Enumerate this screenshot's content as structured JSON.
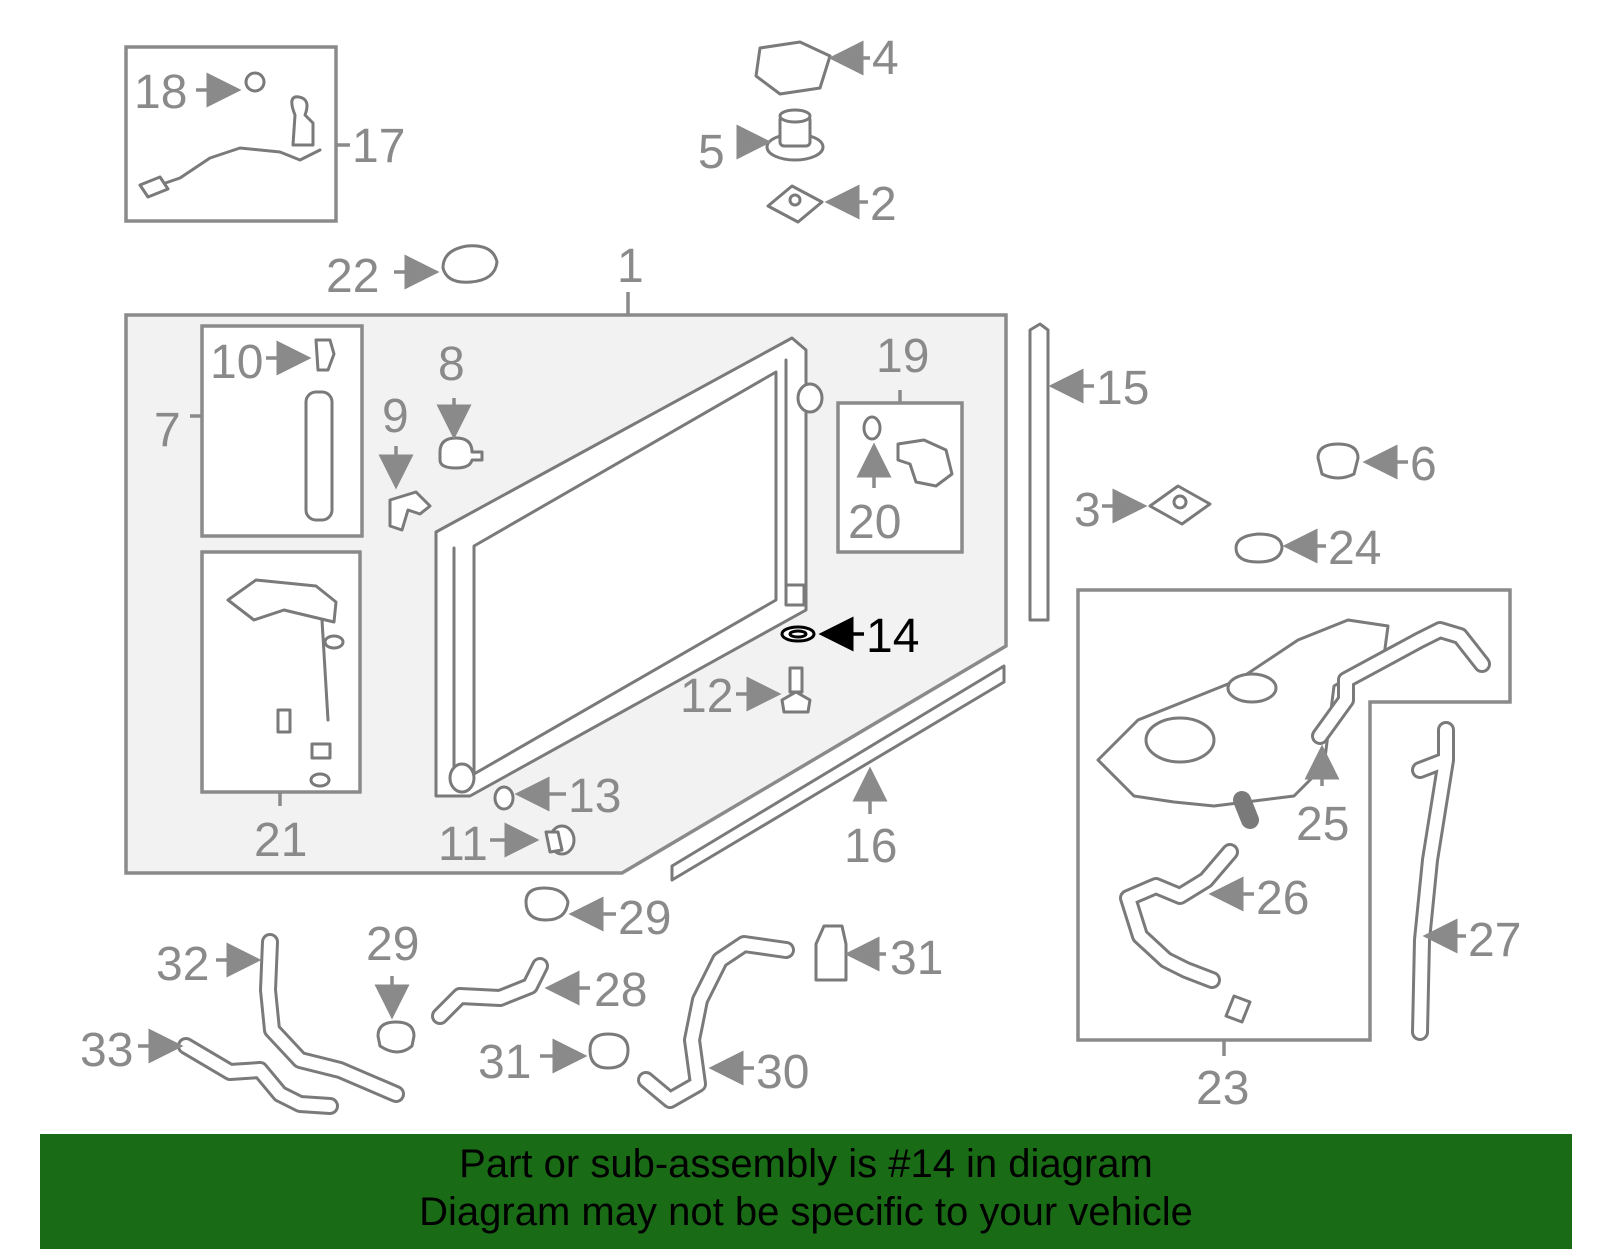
{
  "diagram": {
    "highlight_part": "14",
    "colors": {
      "line": "#8a8a8a",
      "highlight": "#000000",
      "box_fill": "#f2f2f2",
      "banner": "#1a6b16"
    },
    "callouts": [
      "1",
      "2",
      "3",
      "4",
      "5",
      "6",
      "7",
      "8",
      "9",
      "10",
      "11",
      "12",
      "13",
      "14",
      "15",
      "16",
      "17",
      "18",
      "19",
      "20",
      "21",
      "22",
      "23",
      "24",
      "25",
      "26",
      "27",
      "28",
      "29",
      "29",
      "30",
      "31",
      "31",
      "32",
      "33"
    ]
  },
  "banner": {
    "line1": "Part or sub-assembly is #14 in diagram",
    "line2": "Diagram may not be specific to your vehicle"
  }
}
